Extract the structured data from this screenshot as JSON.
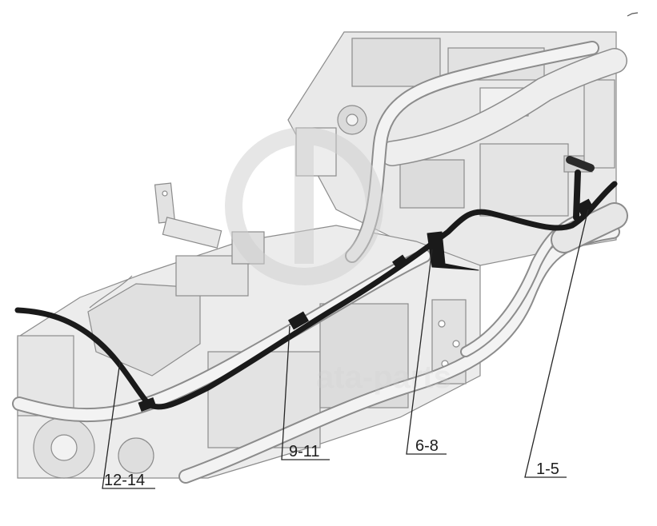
{
  "diagram": {
    "callouts": [
      {
        "label": "12-14"
      },
      {
        "label": "9-11"
      },
      {
        "label": "6-8"
      },
      {
        "label": "1-5"
      }
    ],
    "watermark_text": "ata-parts"
  },
  "colors": {
    "harness": "#1a1a1a",
    "part_fill": "#e8e8e8",
    "part_outline": "#8c8c8c",
    "background": "#ffffff"
  }
}
